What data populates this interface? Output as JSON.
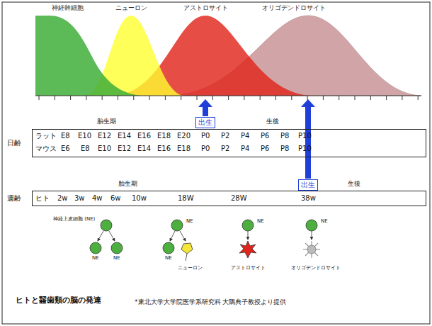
{
  "diagram": {
    "caption": "ヒトと齧歯類の脳の発達",
    "nodes": [
      {
        "text": [
          "出生"
        ]
      },
      {
        "text": [
          "日齢"
        ]
      },
      {
        "text": [
          "出生"
        ]
      },
      {
        "text": [
          "週齢"
        ]
      }
    ],
    "labels": [
      "神経幹細胞",
      "ニューロン",
      "アストロサイト",
      "オリゴデンドロサイト",
      "胎生期",
      "生後",
      "ラット",
      "E8",
      "E10",
      "E12",
      "E14",
      "E16",
      "E18",
      "E20",
      "P0",
      "P2",
      "P4",
      "P6",
      "P8",
      "P10",
      "マウス",
      "E6",
      "E8",
      "E10",
      "E12",
      "E14",
      "E16",
      "E18",
      "P0",
      "P2",
      "P4",
      "P6",
      "P8",
      "P10",
      "胎生期",
      "生後",
      "ヒト",
      "2w",
      "3w",
      "4w",
      "6w",
      "10w",
      "18W",
      "28W",
      "38w",
      "神経上皮細胞 (NE)",
      "NE",
      "NE",
      "NE",
      "NE",
      "ニューロン",
      "NE",
      "アストロサイト",
      "NE",
      "オリゴデンドロサイト",
      "*東北大学大学院医学系研究科 大隅典子教授より提供"
    ]
  }
}
